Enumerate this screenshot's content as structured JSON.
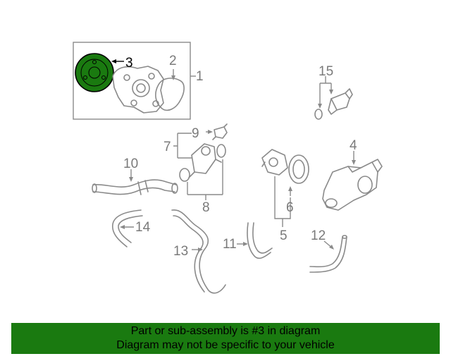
{
  "diagram": {
    "highlight_color": "#1a7a10",
    "callouts": {
      "c1": "1",
      "c2": "2",
      "c3": "3",
      "c4": "4",
      "c5": "5",
      "c6": "6",
      "c7": "7",
      "c8": "8",
      "c9": "9",
      "c10": "10",
      "c11": "11",
      "c12": "12",
      "c13": "13",
      "c14": "14",
      "c15": "15"
    }
  },
  "banner": {
    "line1": "Part or sub-assembly is #3 in diagram",
    "line2": "Diagram may not be specific to your vehicle",
    "background": "#1a7a10"
  }
}
